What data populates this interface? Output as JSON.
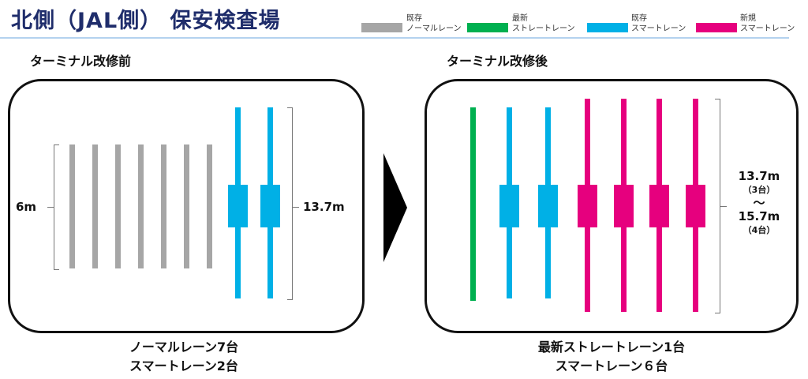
{
  "title": "北側（JAL側） 保安検査場",
  "legend": [
    {
      "line1": "既存",
      "line2": "ノーマルレーン",
      "color": "#a6a6a6"
    },
    {
      "line1": "最新",
      "line2": "ストレートレーン",
      "color": "#00b050"
    },
    {
      "line1": "既存",
      "line2": "スマートレーン",
      "color": "#00b0e6"
    },
    {
      "line1": "新規",
      "line2": "スマートレーン",
      "color": "#e6007e"
    }
  ],
  "before": {
    "heading": "ターミナル改修前",
    "width_label": "6m",
    "depth_label": "13.7m",
    "caption1": "ノーマルレーン7台",
    "caption2": "スマートレーン2台",
    "normal_lanes": 7,
    "smart_lanes": 2
  },
  "after": {
    "heading": "ターミナル改修後",
    "depth_label1": "13.7m",
    "depth_note1": "（3台）",
    "tilde": "～",
    "depth_label2": "15.7m",
    "depth_note2": "（4台）",
    "caption1": "最新ストレートレーン1台",
    "caption2": "スマートレーン６台",
    "straight_lanes": 1,
    "existing_smart_lanes": 2,
    "new_smart_lanes": 4
  }
}
